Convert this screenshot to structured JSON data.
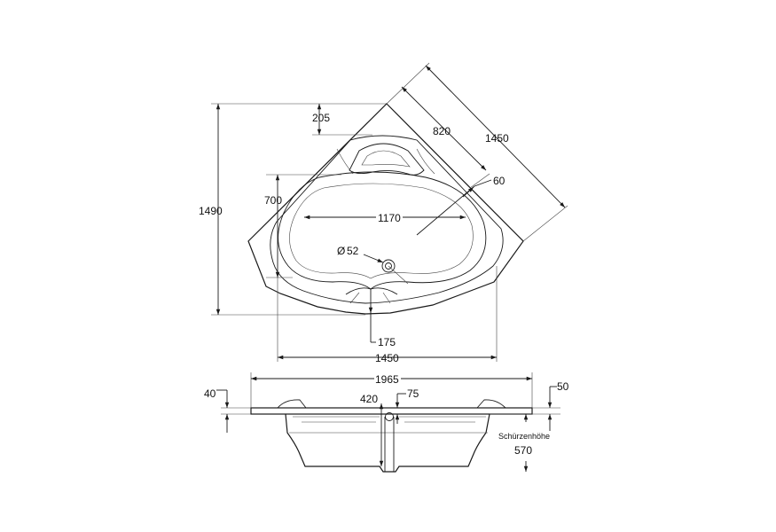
{
  "top_view": {
    "dimensions": {
      "depth_top": "205",
      "height_left": "1490",
      "inner_depth": "700",
      "diag_inner": "820",
      "diag_outer": "1450",
      "offset": "60",
      "inner_width": "1170",
      "drain": "52",
      "drain_symbol": "Ø",
      "front": "175",
      "width": "1450"
    }
  },
  "side_view": {
    "dimensions": {
      "overall": "1965",
      "rim_left": "40",
      "drain_depth": "420",
      "drain_pos": "75",
      "rim_right": "50",
      "skirt_height": "570"
    },
    "skirt_label": "Schürzenhöhe"
  }
}
